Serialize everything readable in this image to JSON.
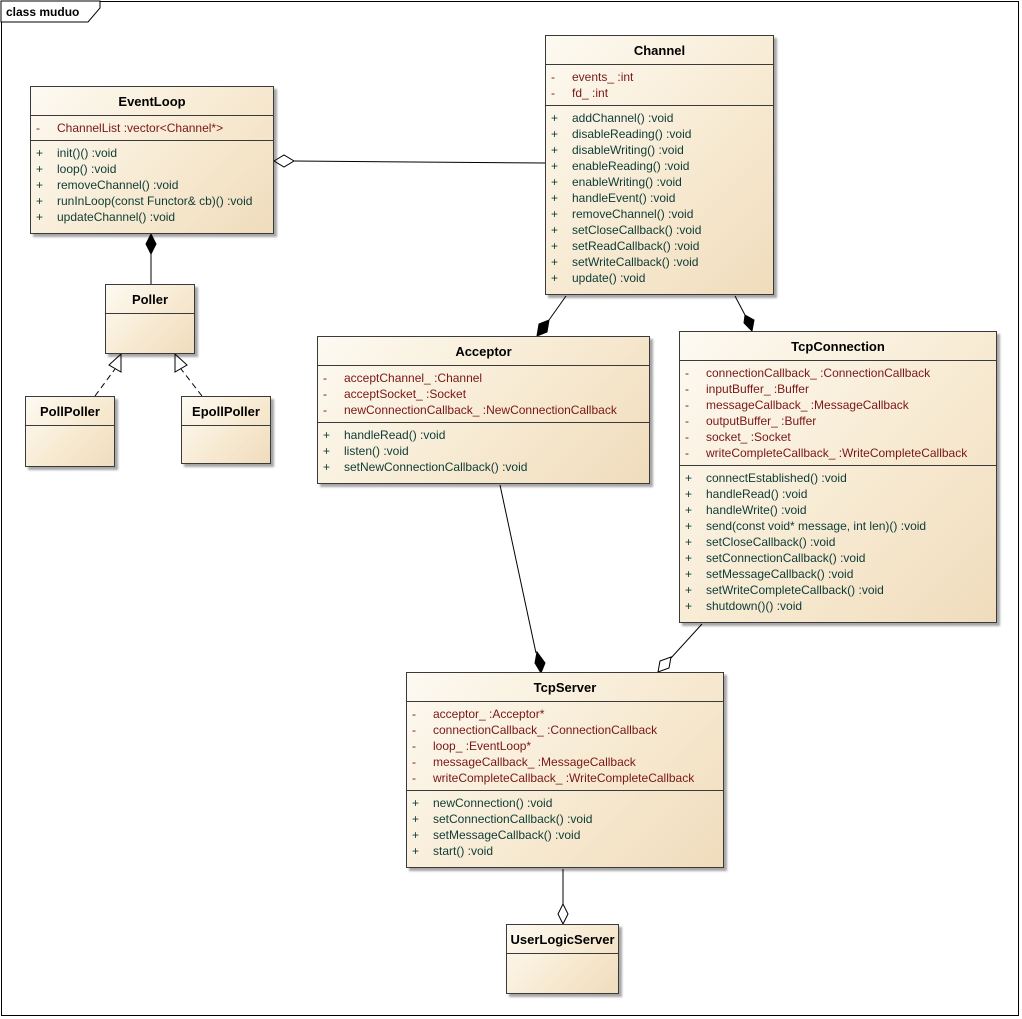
{
  "frame": {
    "title": "class muduo"
  },
  "classes": {
    "channel": {
      "name": "Channel",
      "attributes": [
        {
          "vis": "-",
          "text": "events_  :int"
        },
        {
          "vis": "-",
          "text": "fd_  :int"
        }
      ],
      "operations": [
        {
          "vis": "+",
          "text": "addChannel()  :void"
        },
        {
          "vis": "+",
          "text": "disableReading()  :void"
        },
        {
          "vis": "+",
          "text": "disableWriting()  :void"
        },
        {
          "vis": "+",
          "text": "enableReading()  :void"
        },
        {
          "vis": "+",
          "text": "enableWriting()  :void"
        },
        {
          "vis": "+",
          "text": "handleEvent()  :void"
        },
        {
          "vis": "+",
          "text": "removeChannel()  :void"
        },
        {
          "vis": "+",
          "text": "setCloseCallback()  :void"
        },
        {
          "vis": "+",
          "text": "setReadCallback()  :void"
        },
        {
          "vis": "+",
          "text": "setWriteCallback()  :void"
        },
        {
          "vis": "+",
          "text": "update()  :void"
        }
      ]
    },
    "eventloop": {
      "name": "EventLoop",
      "attributes": [
        {
          "vis": "-",
          "text": "ChannelList  :vector<Channel*>"
        }
      ],
      "operations": [
        {
          "vis": "+",
          "text": "init()()  :void"
        },
        {
          "vis": "+",
          "text": "loop()  :void"
        },
        {
          "vis": "+",
          "text": "removeChannel()  :void"
        },
        {
          "vis": "+",
          "text": "runInLoop(const Functor& cb)()  :void"
        },
        {
          "vis": "+",
          "text": "updateChannel()  :void"
        }
      ]
    },
    "poller": {
      "name": "Poller"
    },
    "pollpoller": {
      "name": "PollPoller"
    },
    "epollpoller": {
      "name": "EpollPoller"
    },
    "acceptor": {
      "name": "Acceptor",
      "attributes": [
        {
          "vis": "-",
          "text": "acceptChannel_  :Channel"
        },
        {
          "vis": "-",
          "text": "acceptSocket_  :Socket"
        },
        {
          "vis": "-",
          "text": "newConnectionCallback_  :NewConnectionCallback"
        }
      ],
      "operations": [
        {
          "vis": "+",
          "text": "handleRead()  :void"
        },
        {
          "vis": "+",
          "text": "listen()  :void"
        },
        {
          "vis": "+",
          "text": "setNewConnectionCallback()  :void"
        }
      ]
    },
    "tcpconnection": {
      "name": "TcpConnection",
      "attributes": [
        {
          "vis": "-",
          "text": "connectionCallback_  :ConnectionCallback"
        },
        {
          "vis": "-",
          "text": "inputBuffer_  :Buffer"
        },
        {
          "vis": "-",
          "text": "messageCallback_  :MessageCallback"
        },
        {
          "vis": "-",
          "text": "outputBuffer_  :Buffer"
        },
        {
          "vis": "-",
          "text": "socket_  :Socket"
        },
        {
          "vis": "-",
          "text": "writeCompleteCallback_  :WriteCompleteCallback"
        }
      ],
      "operations": [
        {
          "vis": "+",
          "text": "connectEstablished()  :void"
        },
        {
          "vis": "+",
          "text": "handleRead()  :void"
        },
        {
          "vis": "+",
          "text": "handleWrite()  :void"
        },
        {
          "vis": "+",
          "text": "send(const void* message, int len)()  :void"
        },
        {
          "vis": "+",
          "text": "setCloseCallback()  :void"
        },
        {
          "vis": "+",
          "text": "setConnectionCallback()  :void"
        },
        {
          "vis": "+",
          "text": "setMessageCallback()  :void"
        },
        {
          "vis": "+",
          "text": "setWriteCompleteCallback()  :void"
        },
        {
          "vis": "+",
          "text": "shutdown()()  :void"
        }
      ]
    },
    "tcpserver": {
      "name": "TcpServer",
      "attributes": [
        {
          "vis": "-",
          "text": "acceptor_  :Acceptor*"
        },
        {
          "vis": "-",
          "text": "connectionCallback_  :ConnectionCallback"
        },
        {
          "vis": "-",
          "text": "loop_  :EventLoop*"
        },
        {
          "vis": "-",
          "text": "messageCallback_  :MessageCallback"
        },
        {
          "vis": "-",
          "text": "writeCompleteCallback_  :WriteCompleteCallback"
        }
      ],
      "operations": [
        {
          "vis": "+",
          "text": "newConnection()  :void"
        },
        {
          "vis": "+",
          "text": "setConnectionCallback()  :void"
        },
        {
          "vis": "+",
          "text": "setMessageCallback()  :void"
        },
        {
          "vis": "+",
          "text": "start()  :void"
        }
      ]
    },
    "userlogicserver": {
      "name": "UserLogicServer"
    }
  }
}
